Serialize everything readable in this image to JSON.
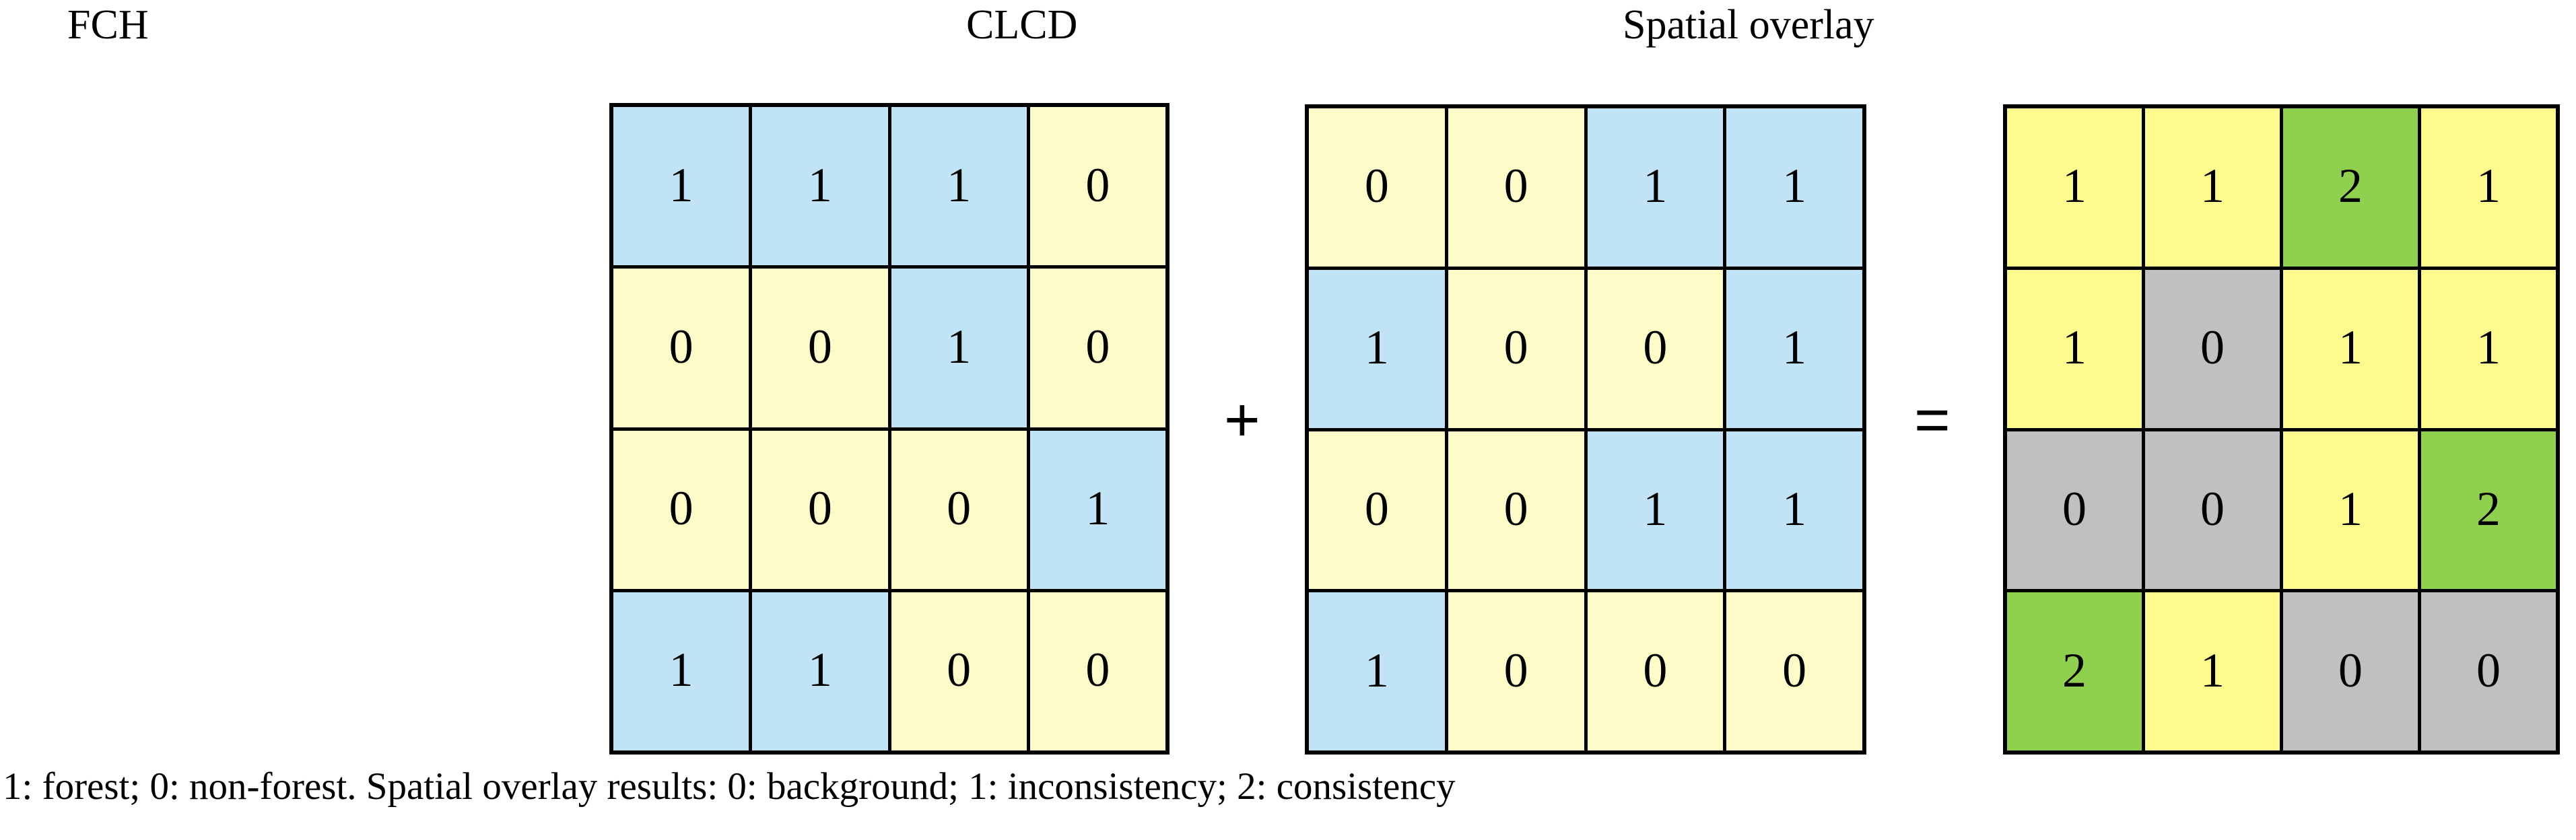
{
  "titles": {
    "fch": "FCH",
    "clcd": "CLCD",
    "overlay": "Spatial overlay"
  },
  "operators": {
    "plus": "+",
    "equals": "="
  },
  "caption": "1: forest; 0: non-forest. Spatial overlay results: 0: background; 1: inconsistency; 2: consistency",
  "legend": {
    "input_value_meanings": {
      "1": "forest",
      "0": "non-forest"
    },
    "overlay_value_meanings": {
      "0": "background",
      "1": "inconsistency",
      "2": "consistency"
    }
  },
  "colors": {
    "forest_blue": "#c0e3f5",
    "nonforest_pale_yellow": "#fdfcc8",
    "inconsistency_yellow": "#fdfb8e",
    "consistency_green": "#8fd14f",
    "background_gray": "#c0c0c0",
    "grid_line": "#000000",
    "page_background": "#ffffff"
  },
  "chart_data": {
    "type": "heatmap",
    "title": "Spatial overlay of FCH and CLCD forest/non-forest rasters",
    "grid_size": [
      4,
      4
    ],
    "panels": [
      {
        "name": "fch",
        "label": "FCH",
        "value_colors": {
          "1": "#c0e3f5",
          "0": "#fdfcc8"
        },
        "values": [
          [
            1,
            1,
            1,
            0
          ],
          [
            0,
            0,
            1,
            0
          ],
          [
            0,
            0,
            0,
            1
          ],
          [
            1,
            1,
            0,
            0
          ]
        ]
      },
      {
        "name": "clcd",
        "label": "CLCD",
        "value_colors": {
          "1": "#c0e3f5",
          "0": "#fdfcc8"
        },
        "values": [
          [
            0,
            0,
            1,
            1
          ],
          [
            1,
            0,
            0,
            1
          ],
          [
            0,
            0,
            1,
            1
          ],
          [
            1,
            0,
            0,
            0
          ]
        ]
      },
      {
        "name": "overlay",
        "label": "Spatial overlay",
        "value_colors": {
          "0": "#c0c0c0",
          "1": "#fdfb8e",
          "2": "#8fd14f"
        },
        "values": [
          [
            1,
            1,
            2,
            1
          ],
          [
            1,
            0,
            1,
            1
          ],
          [
            0,
            0,
            1,
            2
          ],
          [
            2,
            1,
            0,
            0
          ]
        ]
      }
    ]
  }
}
